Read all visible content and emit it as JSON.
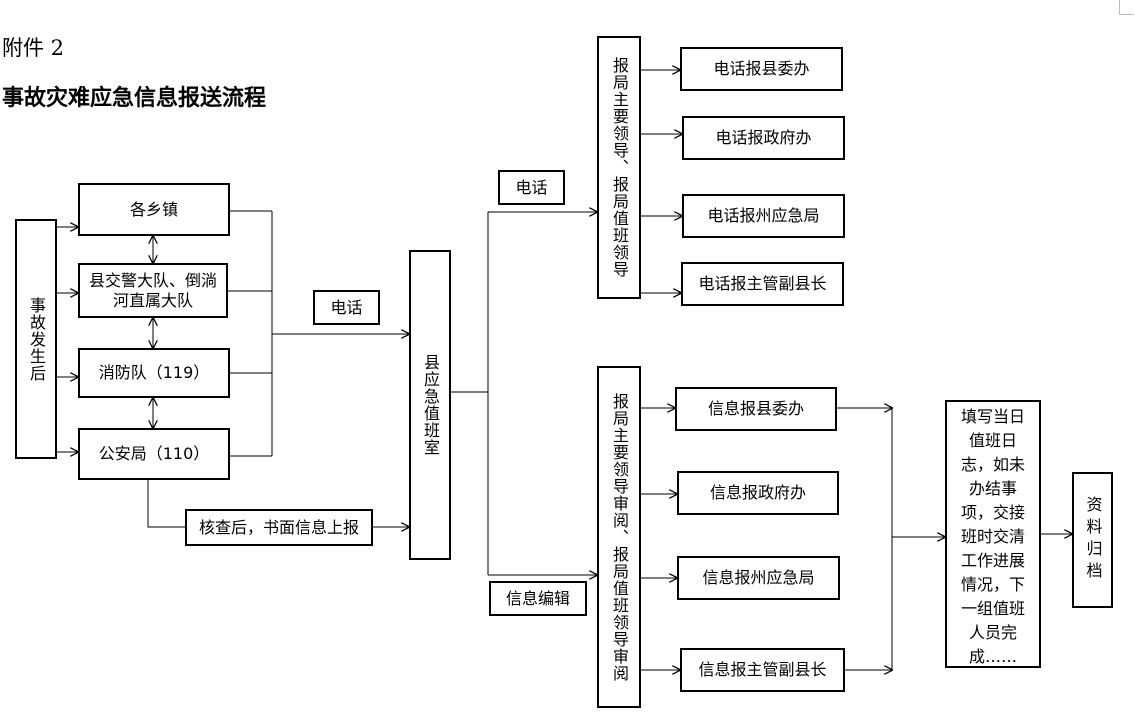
{
  "attachment_label": "附件 2",
  "title": "事故灾难应急信息报送流程",
  "start": "事故发生后",
  "units": [
    "各乡镇",
    "县交警大队、倒淌河直属大队",
    "消防队（119）",
    "公安局（110）"
  ],
  "phone_label_left": "电话",
  "written_report": "核查后，书面信息上报",
  "duty_room": "县应急值班室",
  "phone_label_right": "电话",
  "info_edit": "信息编辑",
  "phone_leader": "报局主要领导、报局值班领导",
  "info_leader": "报局主要领导审阅、报局值班领导审阅",
  "phone_targets": [
    "电话报县委办",
    "电话报政府办",
    "电话报州应急局",
    "电话报主管副县长"
  ],
  "info_targets": [
    "信息报县委办",
    "信息报政府办",
    "信息报州应急局",
    "信息报主管副县长"
  ],
  "log_text": "填写当日值班日志，如未办结事项，交接班时交清工作进展情况，下一组值班人员完成……",
  "archive": "资料归档"
}
